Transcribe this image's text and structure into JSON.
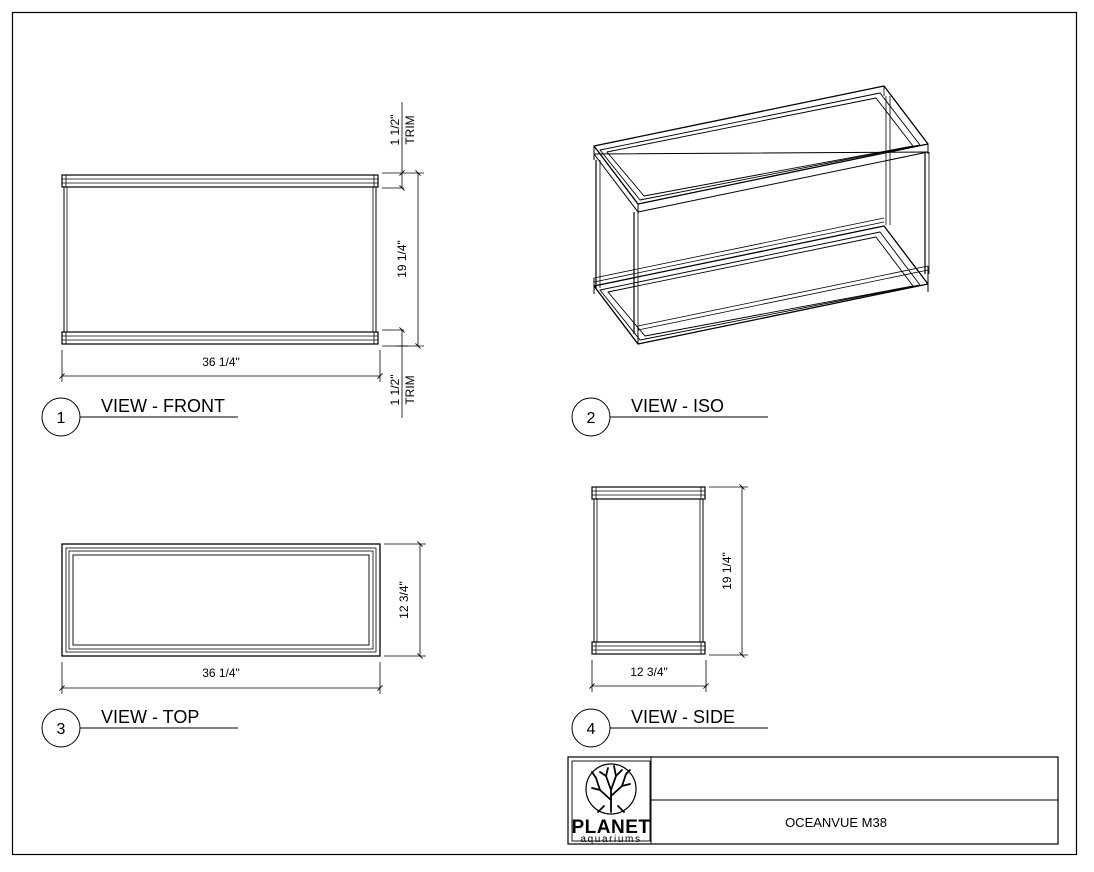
{
  "views": [
    {
      "number": "1",
      "title": "VIEW - FRONT"
    },
    {
      "number": "2",
      "title": "VIEW - ISO"
    },
    {
      "number": "3",
      "title": "VIEW - TOP"
    },
    {
      "number": "4",
      "title": "VIEW - SIDE"
    }
  ],
  "front": {
    "width_label": "36 1/4\"",
    "height_label": "19 1/4\"",
    "trim_size": "1 1/2\"",
    "trim_word": "TRIM"
  },
  "top": {
    "width_label": "36 1/4\"",
    "depth_label": "12 3/4\""
  },
  "side": {
    "height_label": "19 1/4\"",
    "depth_label": "12 3/4\""
  },
  "title_block": {
    "brand": "PLANET",
    "brand_sub": "aquariums",
    "model": "OCEANVUE M38",
    "upper_cell": ""
  },
  "icons": [
    "coral-logo-icon"
  ]
}
